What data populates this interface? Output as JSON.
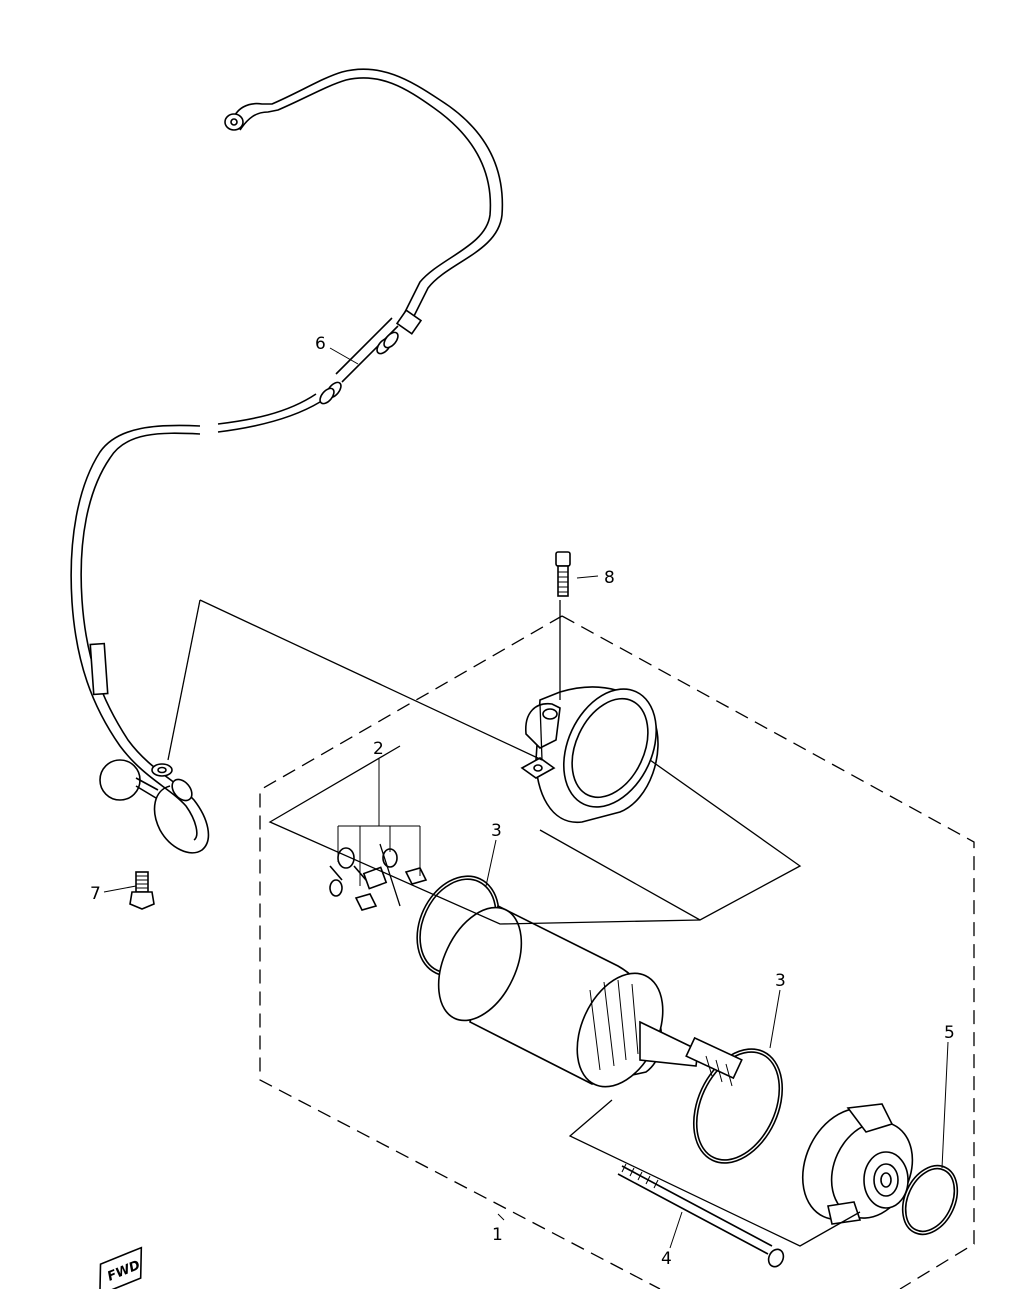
{
  "callouts": [
    {
      "id": "1",
      "text": "1"
    },
    {
      "id": "2",
      "text": "2"
    },
    {
      "id": "3a",
      "text": "3"
    },
    {
      "id": "3b",
      "text": "3"
    },
    {
      "id": "4",
      "text": "4"
    },
    {
      "id": "5",
      "text": "5"
    },
    {
      "id": "6",
      "text": "6"
    },
    {
      "id": "7",
      "text": "7"
    },
    {
      "id": "8",
      "text": "8"
    }
  ],
  "fwd_badge": "FWD"
}
